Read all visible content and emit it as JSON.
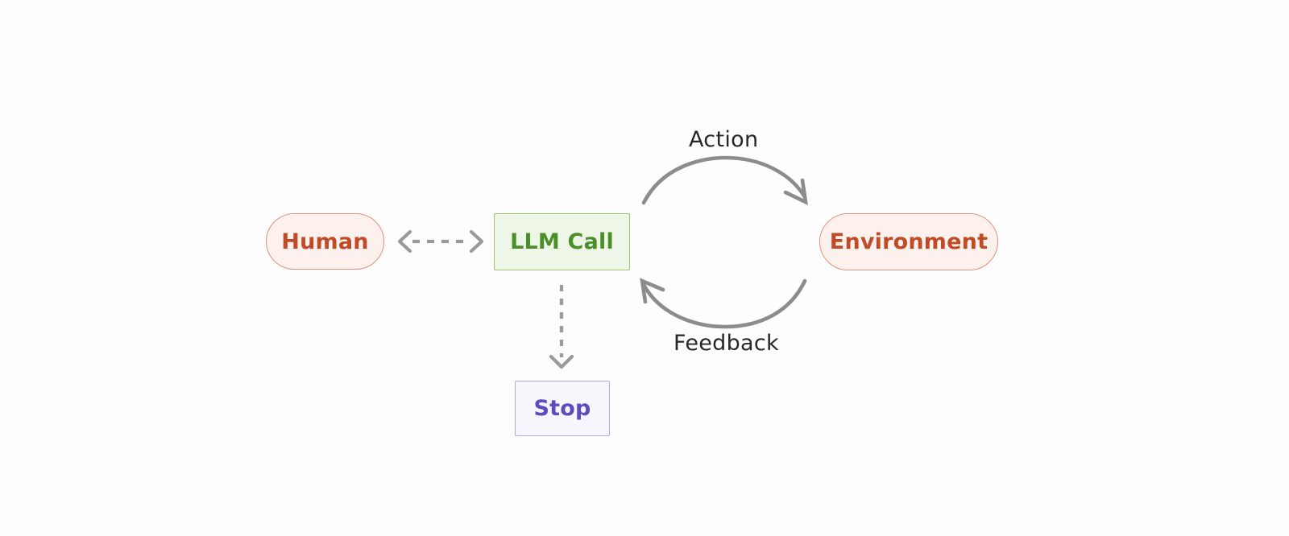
{
  "diagram": {
    "title": "Agent loop: human, LLM call, environment, stop",
    "background_color": "#fdfdfd",
    "nodes": [
      {
        "id": "human",
        "label": "Human",
        "shape": "pill",
        "fill": "#fdf1ed",
        "stroke": "#e0917a",
        "text_color": "#c14a27"
      },
      {
        "id": "llm_call",
        "label": "LLM Call",
        "shape": "rectangle",
        "fill": "#eef6e8",
        "stroke": "#9ac96c",
        "text_color": "#4a9029"
      },
      {
        "id": "environment",
        "label": "Environment",
        "shape": "pill",
        "fill": "#fdf1ed",
        "stroke": "#e0917a",
        "text_color": "#c14a27"
      },
      {
        "id": "stop",
        "label": "Stop",
        "shape": "rectangle",
        "fill": "#f7f6fc",
        "stroke": "#b2a8e2",
        "text_color": "#5b4cc0"
      }
    ],
    "edges": [
      {
        "id": "human-llm",
        "from": "human",
        "to": "llm_call",
        "label": "",
        "style": "dashed",
        "arrow": "bidirectional",
        "color": "#9a9a9a"
      },
      {
        "id": "llm-environment",
        "from": "llm_call",
        "to": "environment",
        "label": "Action",
        "style": "solid-curve",
        "arrow": "forward",
        "color": "#8c8c8c"
      },
      {
        "id": "environment-llm",
        "from": "environment",
        "to": "llm_call",
        "label": "Feedback",
        "style": "solid-curve",
        "arrow": "forward",
        "color": "#8c8c8c"
      },
      {
        "id": "llm-stop",
        "from": "llm_call",
        "to": "stop",
        "label": "",
        "style": "dashed",
        "arrow": "forward",
        "color": "#9a9a9a"
      }
    ],
    "labels": {
      "action": "Action",
      "feedback": "Feedback"
    }
  }
}
